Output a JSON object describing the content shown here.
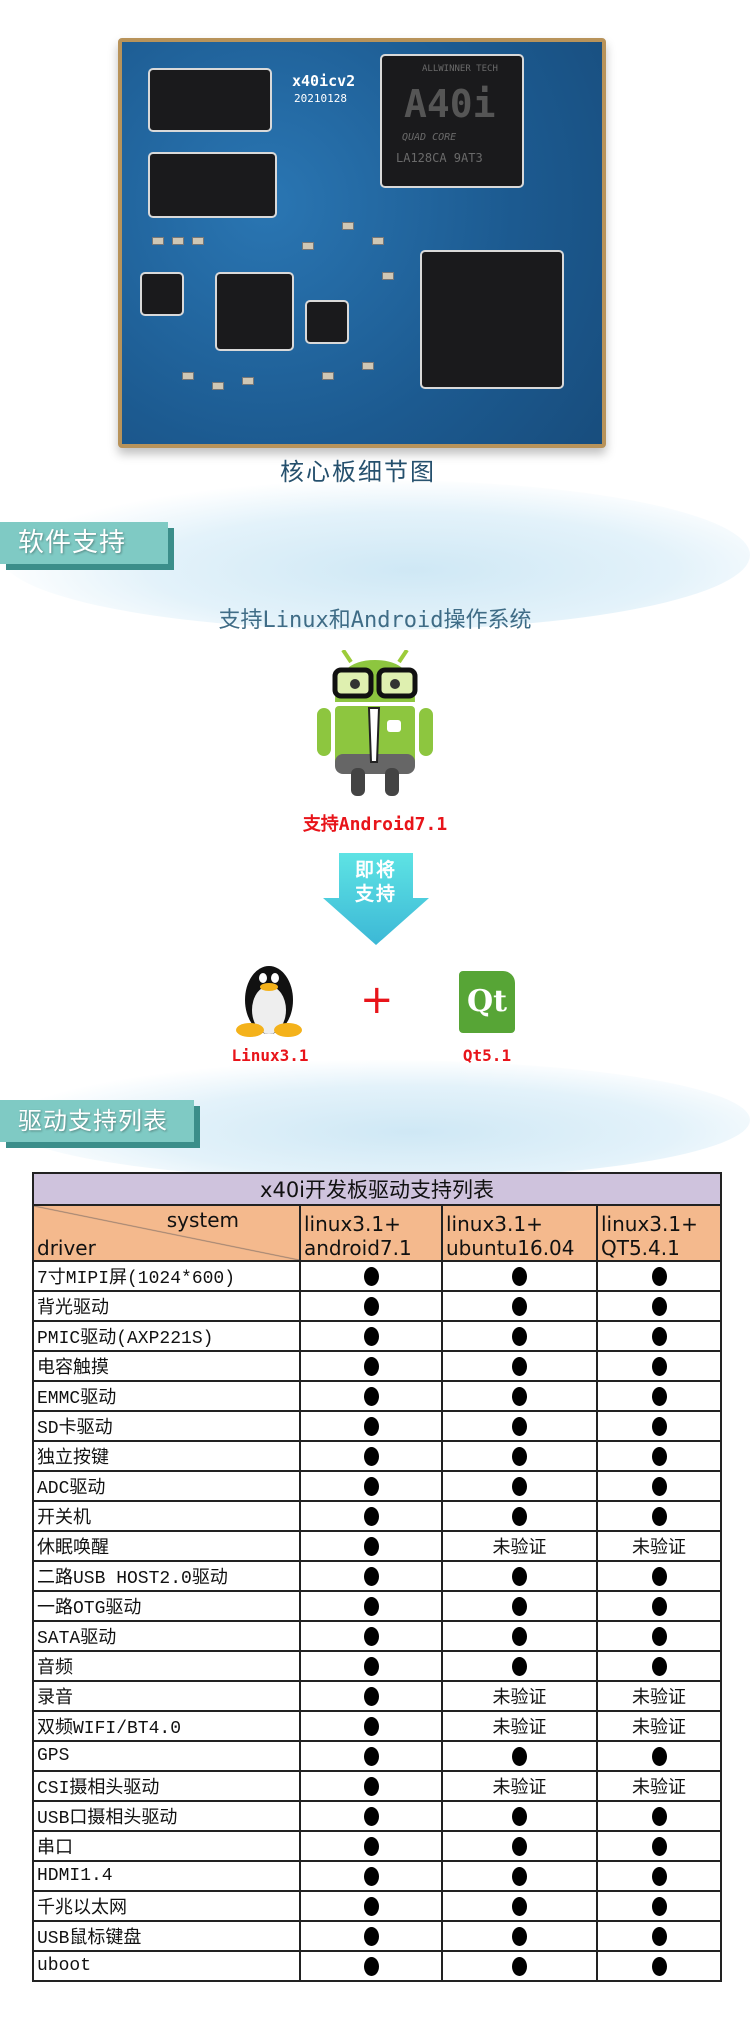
{
  "board": {
    "silk_model": "x40icv2",
    "silk_date": "20210128",
    "soc_brand": "ALLWINNER TECH",
    "soc_name": "A40i",
    "soc_sub": "QUAD CORE",
    "soc_code": "LA128CA 9AT3",
    "caption": "核心板细节图"
  },
  "software": {
    "section_title": "软件支持",
    "subtitle": "支持Linux和Android操作系统",
    "android_label": "支持Android7.1",
    "arrow_text_1": "即将",
    "arrow_text_2": "支持",
    "plus": "+",
    "linux_label": "Linux3.1",
    "qt_label": "Qt5.1",
    "qt_logo_text": "Qt"
  },
  "drivers": {
    "section_title": "驱动支持列表",
    "table_title": "x40i开发板驱动支持列表",
    "header_system": "system",
    "header_driver": "driver",
    "columns": [
      {
        "line1": "linux3.1+",
        "line2": "android7.1"
      },
      {
        "line1": "linux3.1+",
        "line2": "ubuntu16.04"
      },
      {
        "line1": "linux3.1+",
        "line2": "QT5.4.1"
      }
    ],
    "rows": [
      {
        "driver": "7寸MIPI屏(1024*600)",
        "cells": [
          "●",
          "●",
          "●"
        ]
      },
      {
        "driver": "背光驱动",
        "cells": [
          "●",
          "●",
          "●"
        ]
      },
      {
        "driver": "PMIC驱动(AXP221S)",
        "cells": [
          "●",
          "●",
          "●"
        ]
      },
      {
        "driver": "电容触摸",
        "cells": [
          "●",
          "●",
          "●"
        ]
      },
      {
        "driver": "EMMC驱动",
        "cells": [
          "●",
          "●",
          "●"
        ]
      },
      {
        "driver": "SD卡驱动",
        "cells": [
          "●",
          "●",
          "●"
        ]
      },
      {
        "driver": "独立按键",
        "cells": [
          "●",
          "●",
          "●"
        ]
      },
      {
        "driver": "ADC驱动",
        "cells": [
          "●",
          "●",
          "●"
        ]
      },
      {
        "driver": "开关机",
        "cells": [
          "●",
          "●",
          "●"
        ]
      },
      {
        "driver": "休眠唤醒",
        "cells": [
          "●",
          "未验证",
          "未验证"
        ]
      },
      {
        "driver": "二路USB HOST2.0驱动",
        "cells": [
          "●",
          "●",
          "●"
        ]
      },
      {
        "driver": "一路OTG驱动",
        "cells": [
          "●",
          "●",
          "●"
        ]
      },
      {
        "driver": "SATA驱动",
        "cells": [
          "●",
          "●",
          "●"
        ]
      },
      {
        "driver": "音频",
        "cells": [
          "●",
          "●",
          "●"
        ]
      },
      {
        "driver": "录音",
        "cells": [
          "●",
          "未验证",
          "未验证"
        ]
      },
      {
        "driver": "双频WIFI/BT4.0",
        "cells": [
          "●",
          "未验证",
          "未验证"
        ]
      },
      {
        "driver": "GPS",
        "cells": [
          "●",
          "●",
          "●"
        ]
      },
      {
        "driver": "CSI摄相头驱动",
        "cells": [
          "●",
          "未验证",
          "未验证"
        ]
      },
      {
        "driver": "USB口摄相头驱动",
        "cells": [
          "●",
          "●",
          "●"
        ]
      },
      {
        "driver": "串口",
        "cells": [
          "●",
          "●",
          "●"
        ]
      },
      {
        "driver": "HDMI1.4",
        "cells": [
          "●",
          "●",
          "●"
        ]
      },
      {
        "driver": "千兆以太网",
        "cells": [
          "●",
          "●",
          "●"
        ]
      },
      {
        "driver": "USB鼠标键盘",
        "cells": [
          "●",
          "●",
          "●"
        ]
      },
      {
        "driver": "uboot",
        "cells": [
          "●",
          "●",
          "●"
        ]
      }
    ]
  },
  "colors": {
    "tab": "#7fcac4",
    "tab_shadow": "#3b8e8a",
    "table_title_bg": "#cfc3dd",
    "table_header_bg": "#f4b98d",
    "highlight_red": "#e8141a"
  }
}
